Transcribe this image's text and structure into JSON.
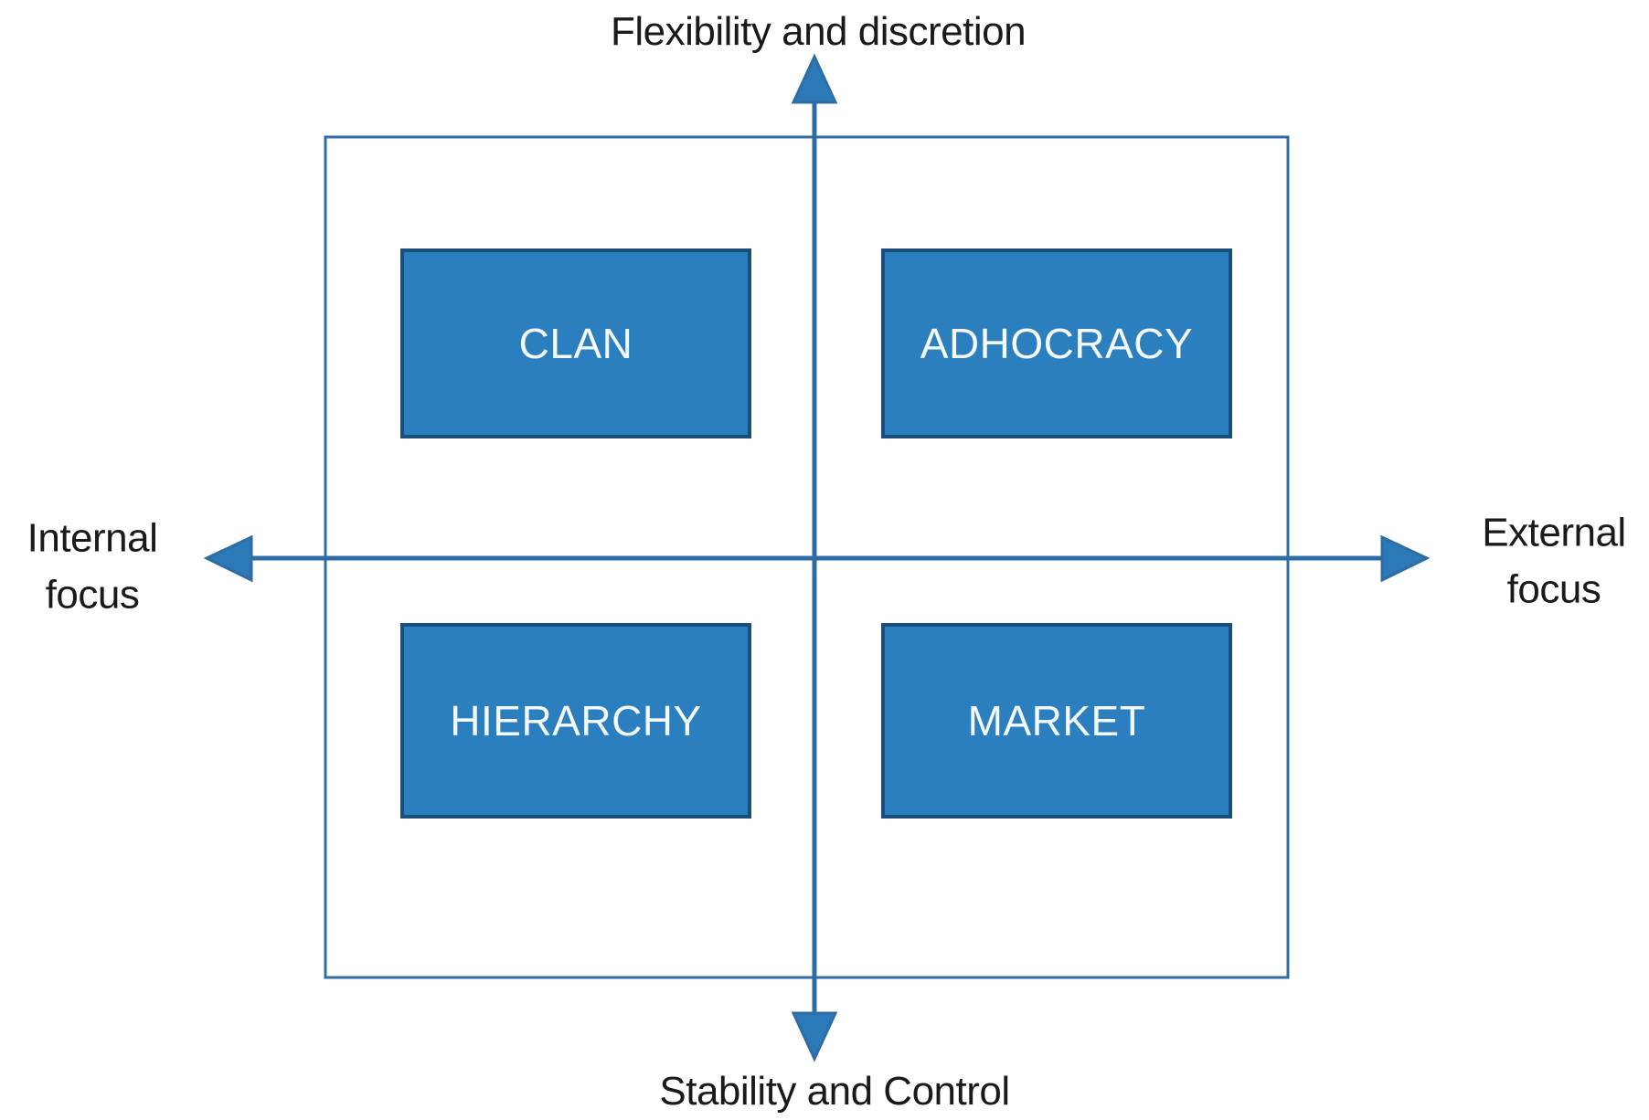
{
  "diagram": {
    "type": "quadrant-diagram",
    "axis_labels": {
      "top": "Flexibility and discretion",
      "bottom": "Stability and Control",
      "left": "Internal\nfocus",
      "right": "External\nfocus"
    },
    "quadrants": [
      {
        "position": "top-left",
        "label": "CLAN"
      },
      {
        "position": "top-right",
        "label": "ADHOCRACY"
      },
      {
        "position": "bottom-left",
        "label": "HIERARCHY"
      },
      {
        "position": "bottom-right",
        "label": "MARKET"
      }
    ],
    "colors": {
      "box_fill": "#2B7FBE",
      "box_border": "#1B4E79",
      "axis_line": "#2E6DA4",
      "frame_border": "#2E6DA4",
      "arrow_fill": "#2B79B7",
      "label_text": "#1A1A1A",
      "box_text": "#F4FAFE"
    }
  }
}
